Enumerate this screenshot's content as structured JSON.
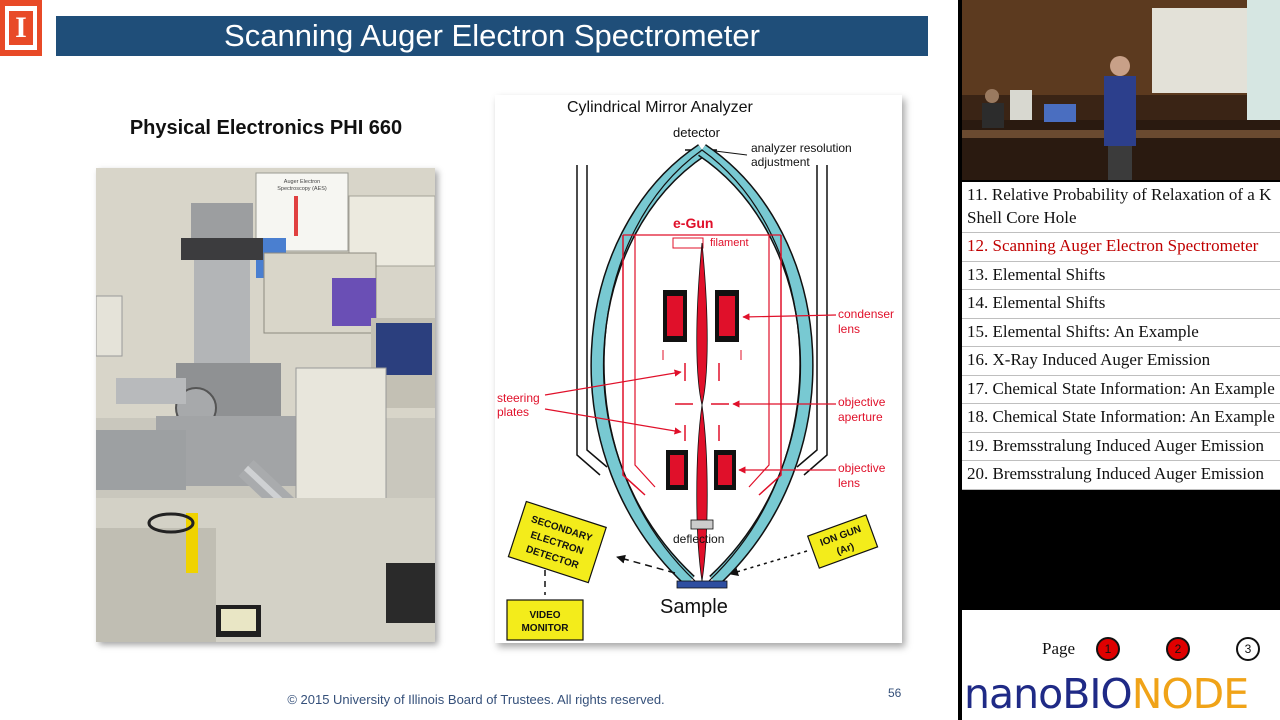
{
  "slide": {
    "title": "Scanning Auger Electron Spectrometer",
    "photo_caption": "Physical Electronics PHI 660",
    "logo_letter": "I",
    "footer": "© 2015 University  of Illinois Board of Trustees.  All rights reserved.",
    "slide_number": "56",
    "diagram": {
      "title": "Cylindrical Mirror Analyzer",
      "detector": "detector",
      "analyzer_line1": "analyzer resolution",
      "analyzer_line2": "adjustment",
      "egun": "e-Gun",
      "filament": "filament",
      "condenser_line1": "condenser",
      "condenser_line2": "lens",
      "objective_aperture_line1": "objective",
      "objective_aperture_line2": "aperture",
      "objective_lens_line1": "objective",
      "objective_lens_line2": "lens",
      "steering_line1": "steering",
      "steering_line2": "plates",
      "deflection": "deflection",
      "sample": "Sample",
      "sed_line1": "SECONDARY",
      "sed_line2": "ELECTRON",
      "sed_line3": "DETECTOR",
      "ion_gun_line1": "ION GUN",
      "ion_gun_line2": "(Ar)",
      "video_line1": "VIDEO",
      "video_line2": "MONITOR"
    },
    "photo_labels": {
      "poster_line1": "Auger Electron",
      "poster_line2": "Spectroscopy (AES)"
    }
  },
  "toc": {
    "items": [
      {
        "label": "11. Relative Probability of Relaxation of a K Shell Core Hole",
        "active": false
      },
      {
        "label": "12. Scanning Auger Electron Spectrometer",
        "active": true
      },
      {
        "label": "13. Elemental Shifts",
        "active": false
      },
      {
        "label": "14. Elemental Shifts",
        "active": false
      },
      {
        "label": "15. Elemental Shifts: An Example",
        "active": false
      },
      {
        "label": "16. X-Ray Induced Auger Emission",
        "active": false
      },
      {
        "label": "17. Chemical State Information: An Example",
        "active": false
      },
      {
        "label": "18. Chemical State Information: An Example",
        "active": false
      },
      {
        "label": "19. Bremsstralung Induced Auger Emission",
        "active": false
      },
      {
        "label": "20. Bremsstralung Induced Auger Emission",
        "active": false
      }
    ]
  },
  "pagination": {
    "label": "Page",
    "pages": [
      {
        "label": "1",
        "state": "highlighted"
      },
      {
        "label": "2",
        "state": "highlighted"
      },
      {
        "label": "3",
        "state": "plain"
      }
    ]
  },
  "brand": {
    "part1": "nano",
    "part2": "BIO",
    "part3": "NODE"
  },
  "colors": {
    "title_bar": "#1f4e79",
    "active_toc": "#c00000",
    "logo": "#e84a27",
    "brand_blue": "#1f2a86",
    "brand_orange": "#f0a318",
    "cma_cyan": "#78c9d2",
    "egun_red": "#e0102a"
  }
}
